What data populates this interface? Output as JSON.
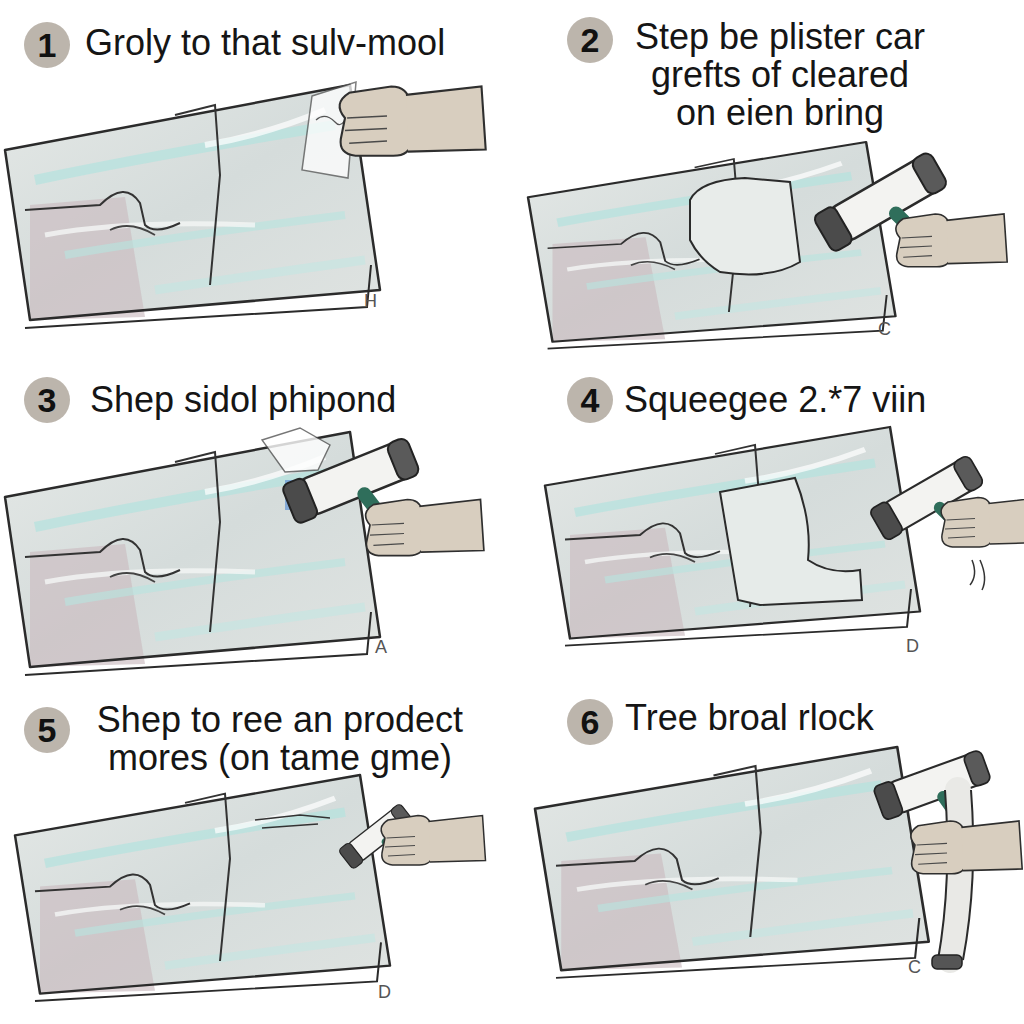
{
  "diagram": {
    "nodes": [
      {
        "text": [
          "1"
        ]
      },
      {
        "text": [
          "2"
        ]
      },
      {
        "text": [
          "3"
        ]
      },
      {
        "text": [
          "4"
        ]
      },
      {
        "text": [
          "5"
        ]
      },
      {
        "text": [
          "6"
        ]
      }
    ],
    "labels": [
      "Groly to that sulv-mool",
      "Step be plister car grefts of cleared on eien bring",
      "H",
      "C",
      "Shep sidol phipond",
      "Squeegee 2.*7 viin",
      "A",
      "D",
      "Shep to ree an prodect mores (on tame gme)",
      "Tree broal rlock",
      "D",
      "C"
    ]
  }
}
